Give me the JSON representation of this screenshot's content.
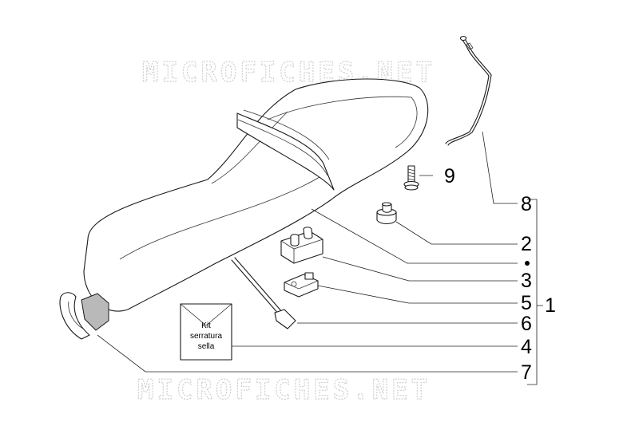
{
  "watermark": {
    "text": "MICROFICHES.NET"
  },
  "kit_box": {
    "line1": "Kit",
    "line2": "serratura",
    "line3": "sella"
  },
  "callouts": {
    "c9": "9",
    "c8": "8",
    "c2": "2",
    "c3": "3",
    "c5": "5",
    "c6": "6",
    "c4": "4",
    "c7": "7",
    "c1": "1"
  },
  "colors": {
    "line": "#1a1a1a",
    "watermark": "#cfcfcf",
    "shade": "#b9b9b9"
  }
}
